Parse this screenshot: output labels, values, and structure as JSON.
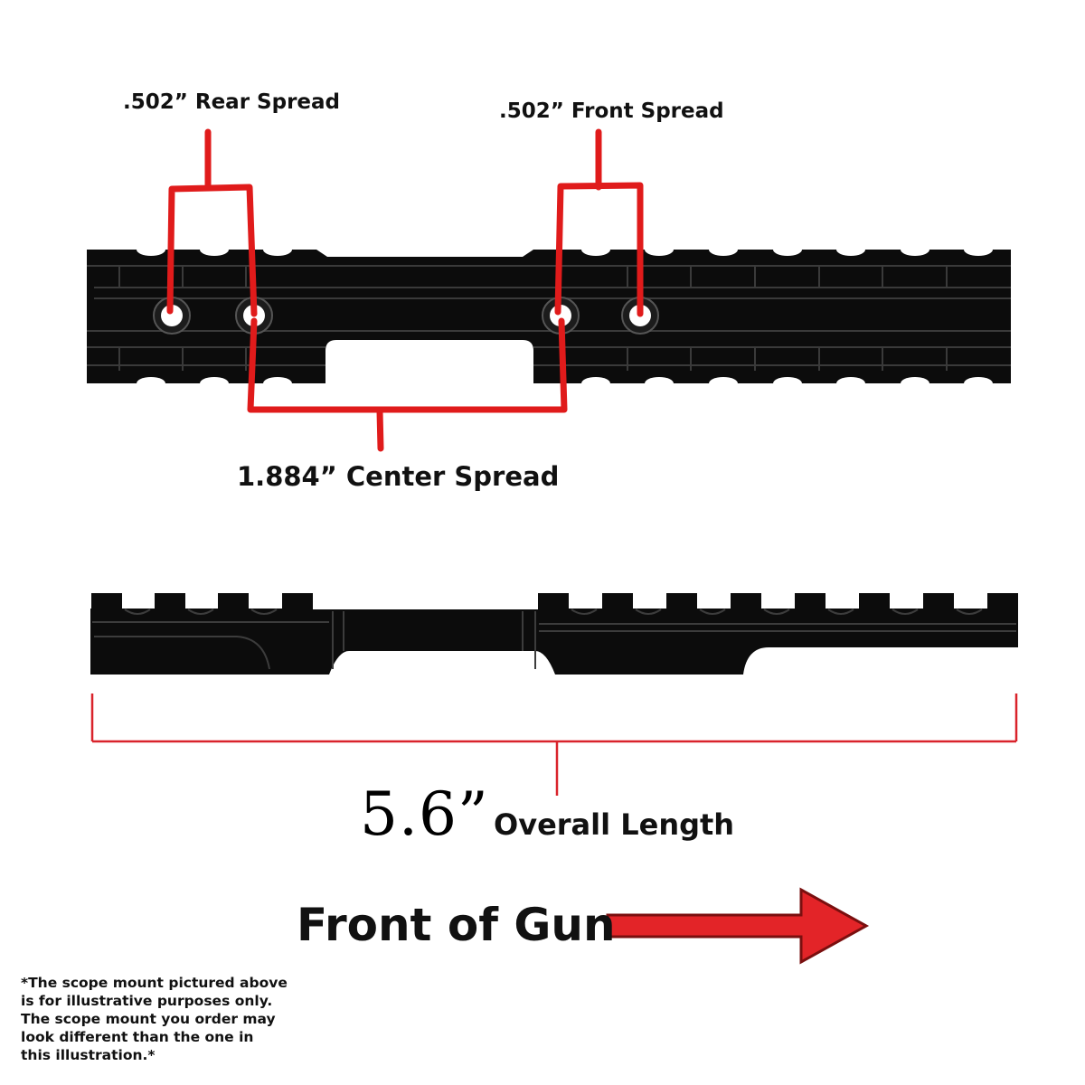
{
  "labels": {
    "rear_spread": ".502” Rear Spread",
    "front_spread": ".502” Front Spread",
    "center_spread": "1.884” Center Spread",
    "overall_length_value": "5.6”",
    "overall_length_text": "Overall Length",
    "front_of_gun": "Front of Gun"
  },
  "disclaimer": [
    "*The scope mount pictured above",
    "is for illustrative purposes only.",
    "The scope mount you order may",
    "look different than the one in",
    "this illustration.*"
  ],
  "colors": {
    "rail": "#0c0c0c",
    "annotation_red": "#e01b1b",
    "dimension_red": "#d9232b",
    "arrow_red": "#e32428",
    "text": "#111111"
  }
}
